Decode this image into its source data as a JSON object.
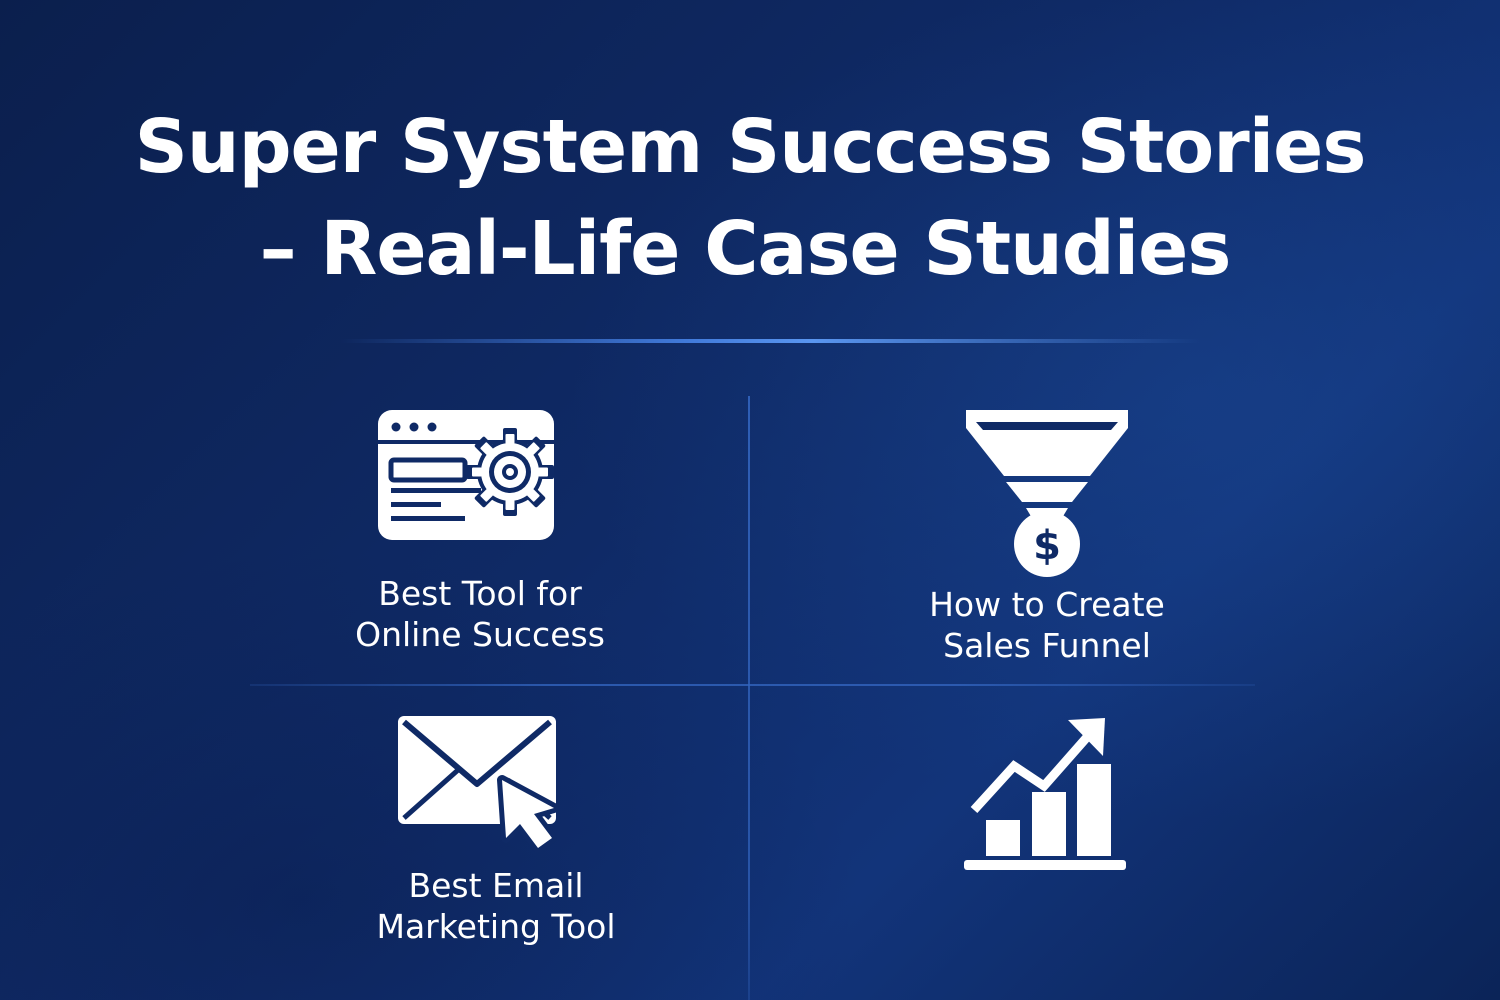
{
  "title": {
    "line1": "Super System Success Stories",
    "line2": "– Real-Life Case Studies"
  },
  "cards": [
    {
      "icon": "web-settings-icon",
      "label_line1": "Best Tool for",
      "label_line2": "Online Success"
    },
    {
      "icon": "sales-funnel-icon",
      "label_line1": "How to Create",
      "label_line2": "Sales Funnel"
    },
    {
      "icon": "email-click-icon",
      "label_line1": "Best Email",
      "label_line2": "Marketing Tool"
    },
    {
      "icon": "growth-chart-icon"
    }
  ],
  "colors": {
    "background_dark": "#0b1f4d",
    "background_mid": "#12347a",
    "accent": "#4682e6",
    "foreground": "#ffffff"
  }
}
